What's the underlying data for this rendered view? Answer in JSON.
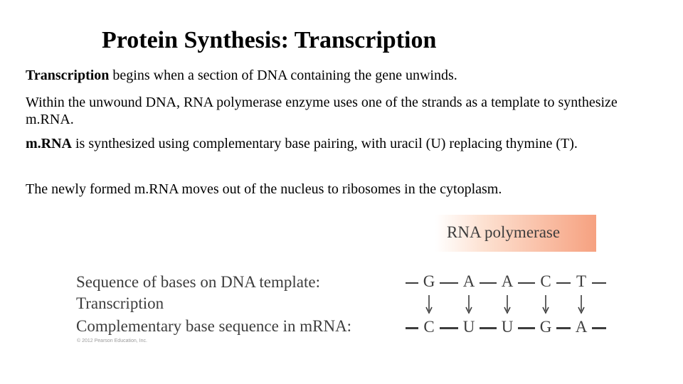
{
  "title": "Protein Synthesis: Transcription",
  "paragraphs": {
    "p1_bold": "Transcription",
    "p1_rest": " begins when a section of DNA containing the gene unwinds.",
    "p2": "Within the unwound DNA, RNA polymerase enzyme uses one of the strands as a template to synthesize m.RNA.",
    "p3_bold": "m.RNA",
    "p3_rest": " is synthesized using complementary base pairing, with uracil (U) replacing thymine (T).",
    "p4": "The newly formed m.RNA moves out of the nucleus to ribosomes in the cytoplasm."
  },
  "figure": {
    "enzyme_label": "RNA polymerase",
    "row_labels": {
      "dna": "Sequence of bases on DNA template:",
      "transcription": "Transcription",
      "mrna": "Complementary base sequence in mRNA:"
    },
    "dna_bases": [
      "G",
      "A",
      "A",
      "C",
      "T"
    ],
    "mrna_bases": [
      "C",
      "U",
      "U",
      "G",
      "A"
    ],
    "arrow_icon": "down-arrow-icon",
    "copyright": "© 2012 Pearson Education, Inc.",
    "box_color": "#f6a180"
  }
}
